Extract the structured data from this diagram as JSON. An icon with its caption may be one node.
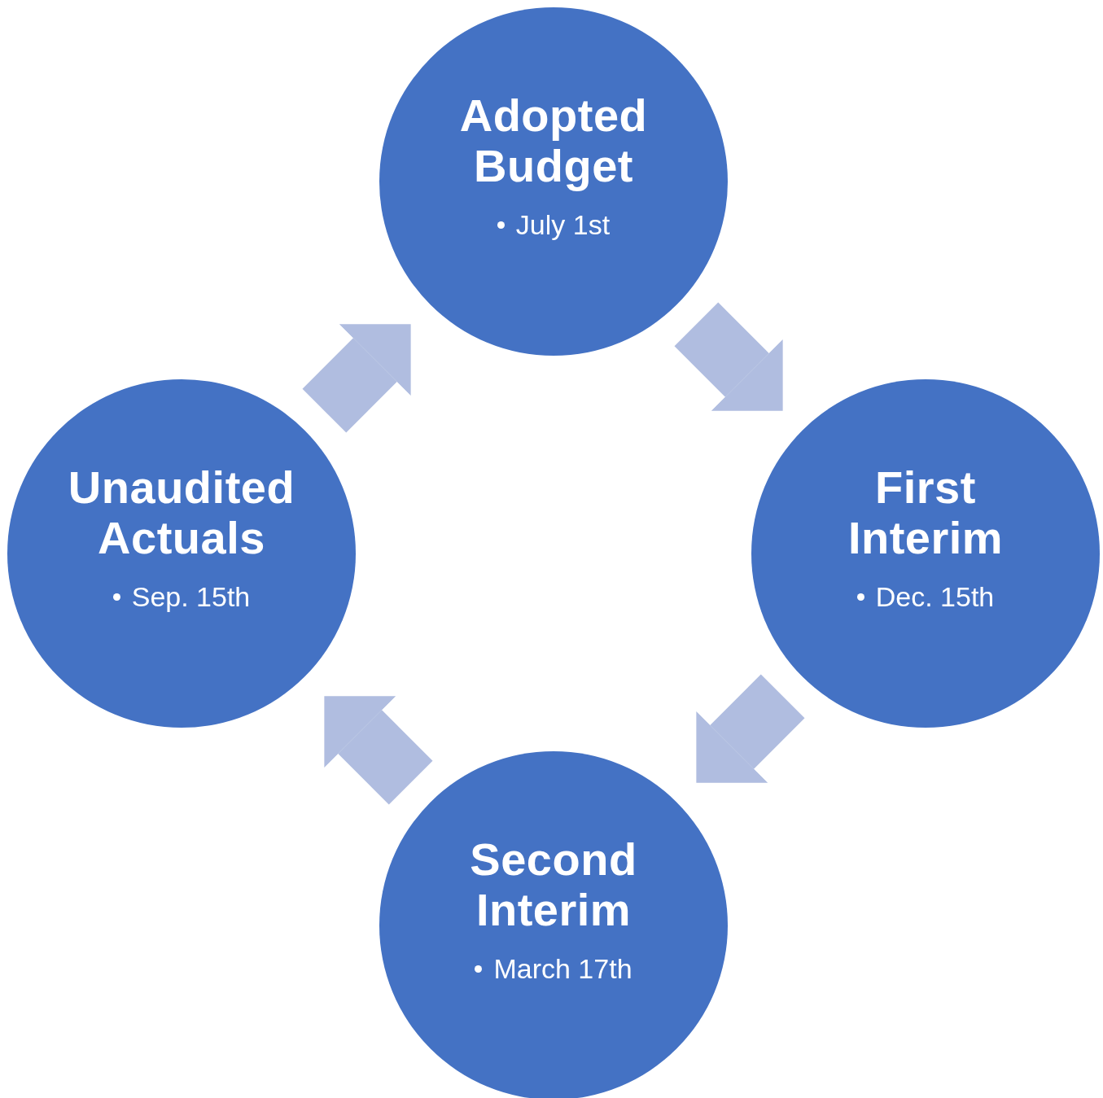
{
  "diagram": {
    "nodes": [
      {
        "text": [
          "Adopted Budget",
          "July 1st"
        ]
      },
      {
        "text": [
          "First Interim",
          "Dec. 15th"
        ]
      },
      {
        "text": [
          "Second Interim",
          "March 17th"
        ]
      },
      {
        "text": [
          "Unaudited Actuals",
          "Sep. 15th"
        ]
      }
    ],
    "edges": [
      {
        "from": 0,
        "to": 1,
        "arrow": "to"
      },
      {
        "from": 1,
        "to": 2,
        "arrow": "to"
      },
      {
        "from": 2,
        "to": 3,
        "arrow": "to"
      },
      {
        "from": 3,
        "to": 0,
        "arrow": "to"
      }
    ]
  }
}
